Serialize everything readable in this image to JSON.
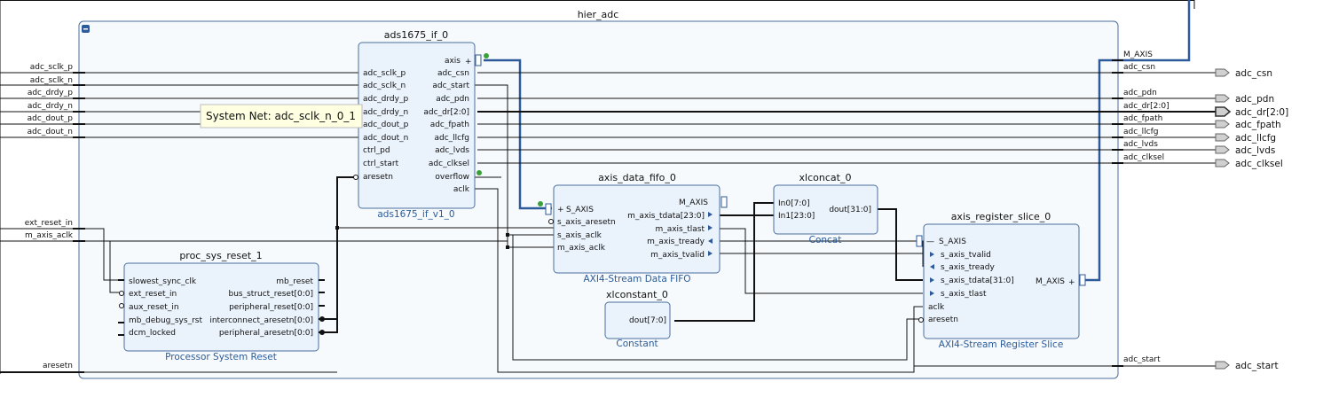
{
  "hier": {
    "title": "hier_adc"
  },
  "left_ports": [
    "adc_sclk_p",
    "adc_sclk_n",
    "adc_drdy_p",
    "adc_drdy_n",
    "adc_dout_p",
    "adc_dout_n",
    "ext_reset_in",
    "m_axis_aclk",
    "aresetn"
  ],
  "right_pins": [
    "M_AXIS",
    "adc_csn",
    "adc_pdn",
    "adc_dr[2:0]",
    "adc_fpath",
    "adc_llcfg",
    "adc_lvds",
    "adc_clksel",
    "adc_start"
  ],
  "outputs": [
    "adc_csn",
    "adc_pdn",
    "adc_dr[2:0]",
    "adc_fpath",
    "adc_llcfg",
    "adc_lvds",
    "adc_clksel",
    "adc_start"
  ],
  "blocks": {
    "ads": {
      "title": "ads1675_if_0",
      "subtitle": "ads1675_if_v1_0",
      "inputs": [
        "adc_sclk_p",
        "adc_sclk_n",
        "adc_drdy_p",
        "adc_drdy_n",
        "adc_dout_p",
        "adc_dout_n",
        "ctrl_pd",
        "ctrl_start",
        "aresetn"
      ],
      "outputs": [
        "axis",
        "adc_csn",
        "adc_start",
        "adc_pdn",
        "adc_fpath",
        "adc_dr[2:0]",
        "adc_llcfg",
        "adc_lvds",
        "adc_clksel",
        "overflow",
        "aclk"
      ]
    },
    "fifo": {
      "title": "axis_data_fifo_0",
      "subtitle": "AXI4-Stream Data FIFO",
      "inputs": [
        "S_AXIS",
        "s_axis_aresetn",
        "s_axis_aclk",
        "m_axis_aclk"
      ],
      "outputs": [
        "M_AXIS",
        "m_axis_tdata[23:0]",
        "m_axis_tlast",
        "m_axis_tready",
        "m_axis_tvalid"
      ]
    },
    "concat": {
      "title": "xlconcat_0",
      "subtitle": "Concat",
      "inputs": [
        "In0[7:0]",
        "In1[23:0]"
      ],
      "outputs": [
        "dout[31:0]"
      ]
    },
    "constant": {
      "title": "xlconstant_0",
      "subtitle": "Constant",
      "outputs": [
        "dout[7:0]"
      ]
    },
    "regslice": {
      "title": "axis_register_slice_0",
      "subtitle": "AXI4-Stream Register Slice",
      "inputs": [
        "S_AXIS",
        "s_axis_tvalid",
        "s_axis_tready",
        "s_axis_tdata[31:0]",
        "s_axis_tlast",
        "aclk",
        "aresetn"
      ],
      "outputs": [
        "M_AXIS"
      ]
    },
    "reset": {
      "title": "proc_sys_reset_1",
      "subtitle": "Processor System Reset",
      "inputs": [
        "slowest_sync_clk",
        "ext_reset_in",
        "aux_reset_in",
        "mb_debug_sys_rst",
        "dcm_locked"
      ],
      "outputs": [
        "mb_reset",
        "bus_struct_reset[0:0]",
        "peripheral_reset[0:0]",
        "interconnect_aresetn[0:0]",
        "peripheral_aresetn[0:0]"
      ]
    }
  },
  "tooltip": "System Net: adc_sclk_n_0_1",
  "colors": {
    "block_fill": "#eaf2fb",
    "block_border": "#4a6f9e",
    "bus": "#2c5a9a",
    "wire": "#111111",
    "hier_border": "#4a6f9e"
  }
}
